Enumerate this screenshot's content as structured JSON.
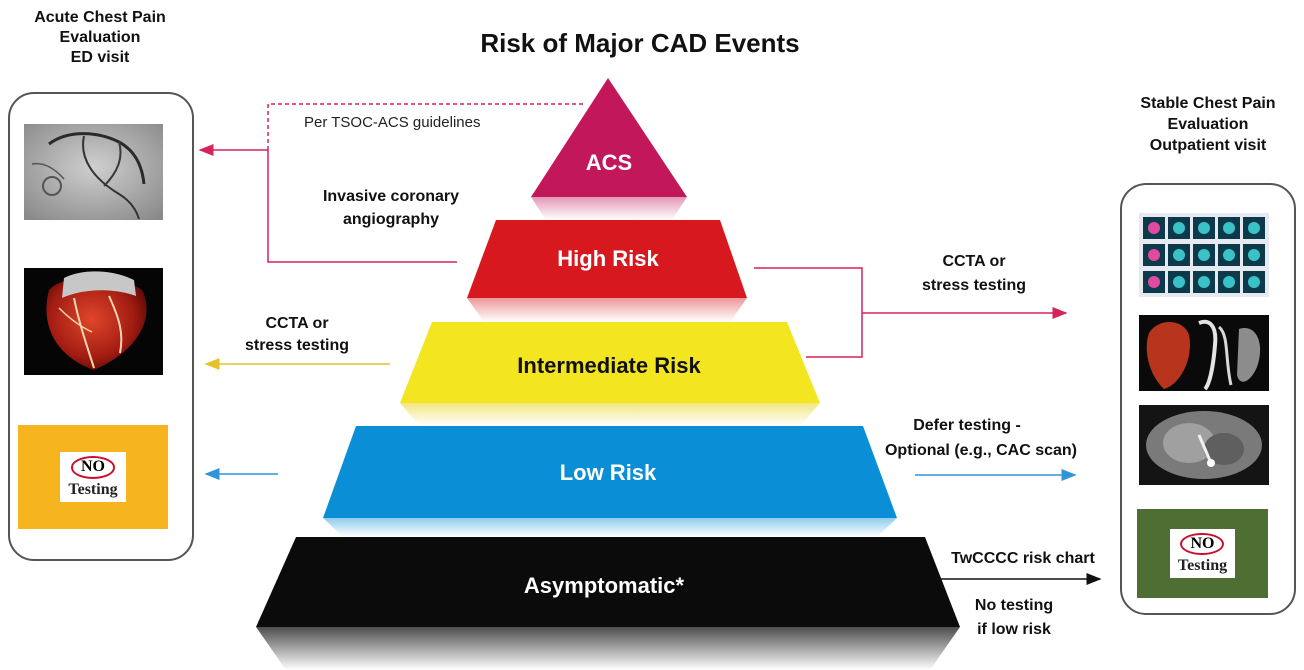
{
  "title": "Risk of Major CAD Events",
  "left_panel": {
    "heading": [
      "Acute Chest Pain",
      "Evaluation",
      "ED visit"
    ],
    "no_testing": {
      "no": "NO",
      "testing": "Testing"
    }
  },
  "right_panel": {
    "heading": [
      "Stable Chest Pain",
      "Evaluation",
      "Outpatient visit"
    ],
    "no_testing": {
      "no": "NO",
      "testing": "Testing"
    }
  },
  "pyramid": {
    "acs": "ACS",
    "high": "High Risk",
    "intermediate": "Intermediate Risk",
    "low": "Low Risk",
    "asymptomatic": "Asymptomatic*"
  },
  "annotations": {
    "tsoc": "Per TSOC-ACS guidelines",
    "invasive": [
      "Invasive coronary",
      "angiography"
    ],
    "ccta_left": [
      "CCTA or",
      "stress testing"
    ],
    "ccta_right": [
      "CCTA or",
      "stress testing"
    ],
    "defer": [
      "Defer testing -",
      "Optional (e.g., CAC scan)"
    ],
    "twcccc": "TwCCCC risk chart",
    "no_testing_low": [
      "No testing",
      "if low risk"
    ]
  },
  "colors": {
    "acs": "#c2185b",
    "high": "#d7191f",
    "intermediate": "#f4e521",
    "low": "#0a8fd6",
    "asymptomatic": "#0b0b0b",
    "arrow_red": "#d4245a",
    "arrow_yellow": "#e6c22a",
    "arrow_blue": "#2f95d8",
    "no_testing_left_bg": "#f6b51e",
    "no_testing_right_bg": "#4f6e33"
  },
  "icons": [
    "angiogram-image",
    "heart-3d-image",
    "myocardial-perfusion-image",
    "ccta-3d-image",
    "ct-scan-image"
  ]
}
